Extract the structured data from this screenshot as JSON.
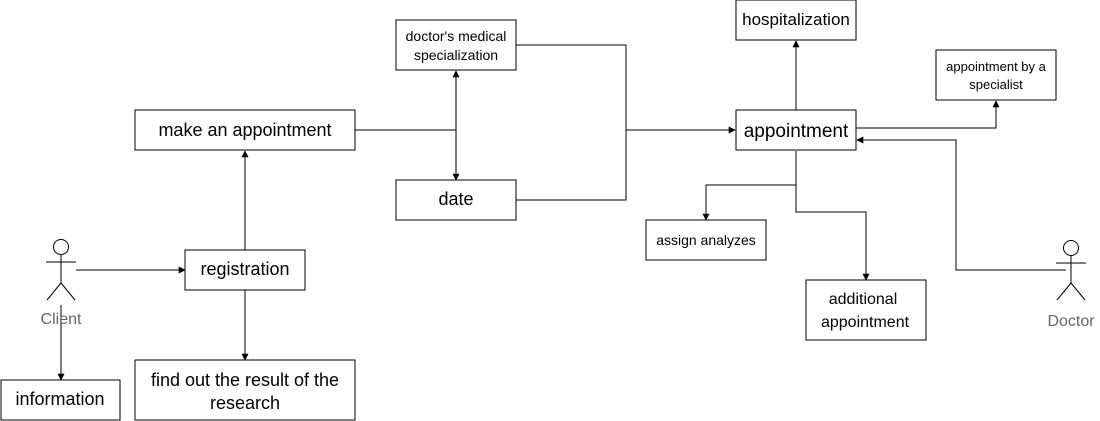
{
  "nodes": {
    "information": [
      "information"
    ],
    "find_out": [
      "find out the result of the",
      "research"
    ],
    "registration": [
      "registration"
    ],
    "make_appointment": [
      "make an appointment"
    ],
    "specialization": [
      "doctor's medical",
      "specialization"
    ],
    "date": [
      "date"
    ],
    "hospitalization": [
      "hospitalization"
    ],
    "appointment": [
      "appointment"
    ],
    "appointment_specialist": [
      "appointment by a",
      "specialist"
    ],
    "assign_analyzes": [
      "assign analyzes"
    ],
    "additional_appointment": [
      "additional",
      "appointment"
    ]
  },
  "actors": {
    "client": "Client",
    "doctor": "Doctor"
  },
  "colors": {
    "stroke": "#000000",
    "fill": "#ffffff",
    "actor_label": "#666666"
  }
}
